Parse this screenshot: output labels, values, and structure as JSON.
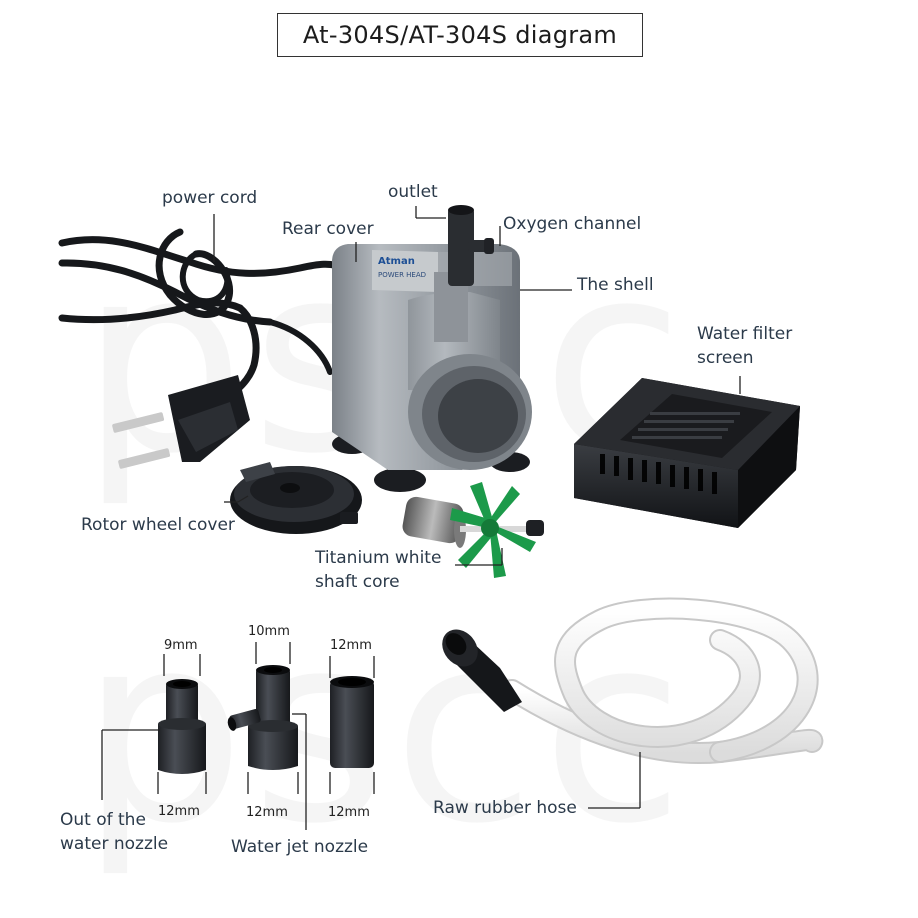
{
  "title": "At-304S/AT-304S diagram",
  "watermark": "pscc",
  "pump_branding": {
    "brand": "Atman",
    "model_text": "POWER HEAD"
  },
  "labels": {
    "power_cord": "power cord",
    "outlet": "outlet",
    "rear_cover": "Rear cover",
    "oxygen_channel": "Oxygen channel",
    "the_shell": "The shell",
    "water_filter_screen": "Water filter\nscreen",
    "rotor_wheel_cover": "Rotor wheel cover",
    "titanium_shaft": "Titanium white\nshaft core",
    "out_of_water_nozzle": "Out of the\nwater nozzle",
    "water_jet_nozzle": "Water jet nozzle",
    "raw_rubber_hose": "Raw rubber hose"
  },
  "dimensions": {
    "nozzle1_top": "9mm",
    "nozzle1_bottom": "12mm",
    "nozzle2_top": "10mm",
    "nozzle2_bottom": "12mm",
    "nozzle3_top": "12mm",
    "nozzle3_bottom": "12mm"
  }
}
